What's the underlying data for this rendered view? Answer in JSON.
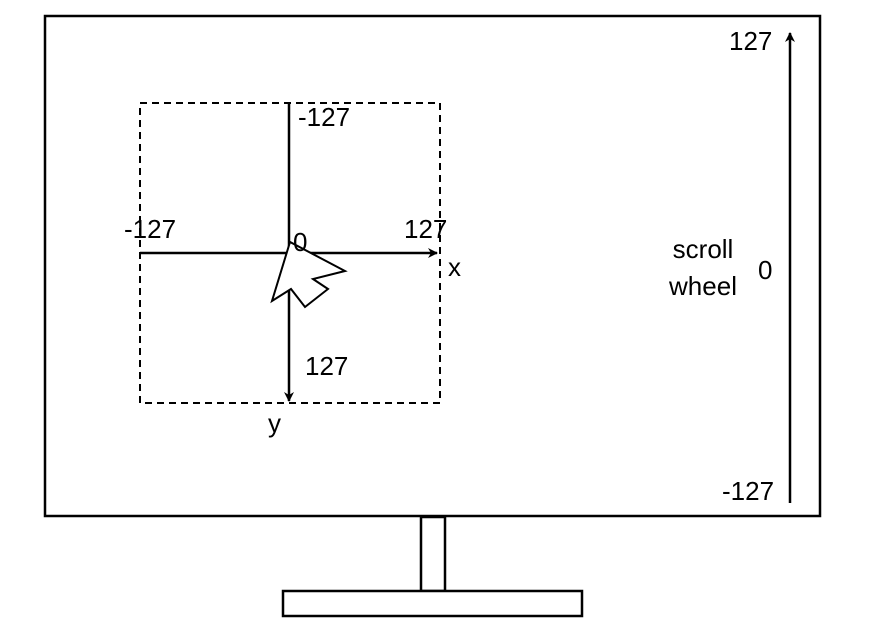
{
  "colors": {
    "stroke": "#000000",
    "background": "#ffffff"
  },
  "mouse_plane": {
    "x_axis": {
      "label": "x",
      "min_label": "-127",
      "max_label": "127"
    },
    "y_axis": {
      "label": "y",
      "min_label": "-127",
      "max_label": "127"
    },
    "origin_label": "0",
    "cursor_icon": "mouse-pointer-icon"
  },
  "scroll_wheel": {
    "label_line1": "scroll",
    "label_line2": "wheel",
    "max_label": "127",
    "zero_label": "0",
    "min_label": "-127"
  }
}
